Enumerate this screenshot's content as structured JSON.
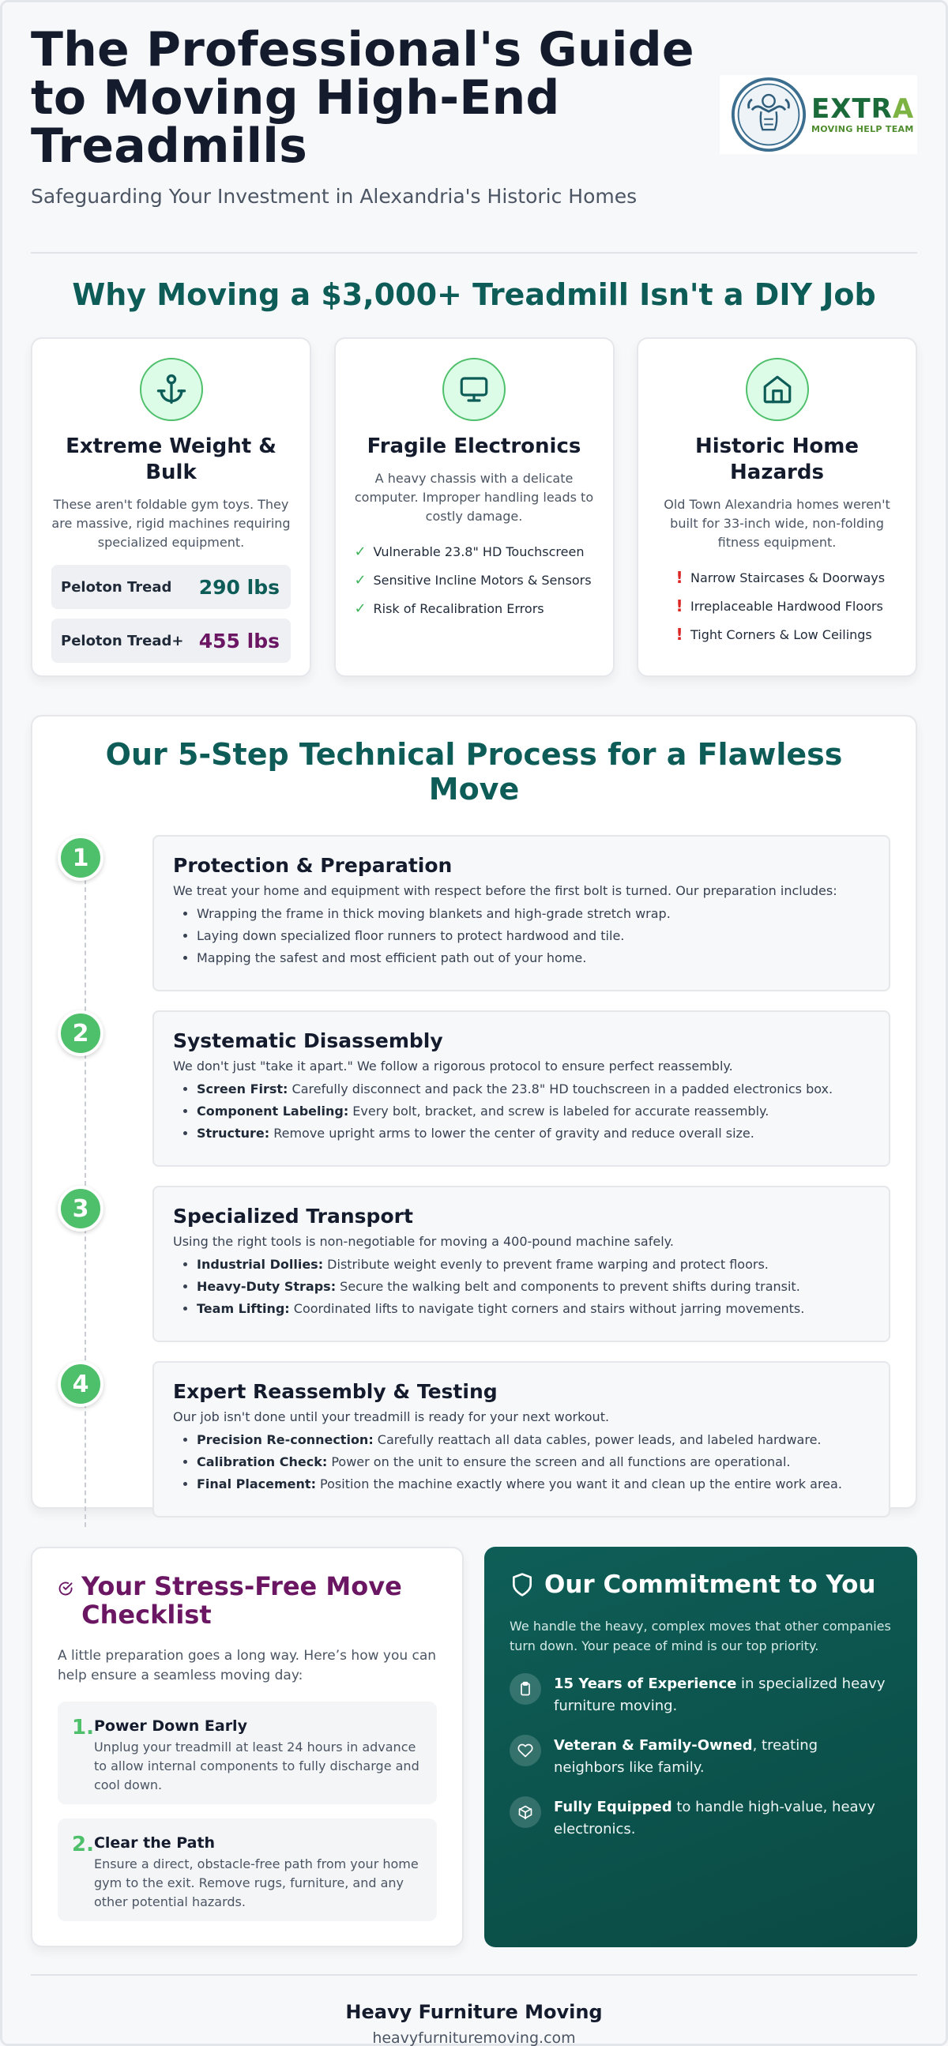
{
  "header": {
    "title": "The Professional's Guide to Moving High-End Treadmills",
    "subtitle": "Safeguarding Your Investment in Alexandria's Historic Homes",
    "logo": {
      "word": "EXTRA",
      "tagline": "MOVING HELP TEAM"
    }
  },
  "why": {
    "title": "Why Moving a $3,000+ Treadmill Isn't a DIY Job",
    "cards": [
      {
        "icon": "anchor-icon",
        "title": "Extreme Weight & Bulk",
        "desc": "These aren't foldable gym toys. They are massive, rigid machines requiring specialized equipment.",
        "weights": [
          {
            "label": "Peloton Tread",
            "value": "290 lbs",
            "color": "#0d5c57"
          },
          {
            "label": "Peloton Tread+",
            "value": "455 lbs",
            "color": "#6b1663"
          }
        ]
      },
      {
        "icon": "monitor-icon",
        "title": "Fragile Electronics",
        "desc": "A heavy chassis with a delicate computer. Improper handling leads to costly damage.",
        "items": [
          "Vulnerable 23.8\" HD Touchscreen",
          "Sensitive Incline Motors & Sensors",
          "Risk of Recalibration Errors"
        ]
      },
      {
        "icon": "home-icon",
        "title": "Historic Home Hazards",
        "desc": "Old Town Alexandria homes weren't built for 33-inch wide, non-folding fitness equipment.",
        "items": [
          "Narrow Staircases & Doorways",
          "Irreplaceable Hardwood Floors",
          "Tight Corners & Low Ceilings"
        ]
      }
    ]
  },
  "process": {
    "title": "Our 5-Step Technical Process for a Flawless Move",
    "steps": [
      {
        "num": "1",
        "title": "Protection & Preparation",
        "intro": "We treat your home and equipment with respect before the first bolt is turned. Our preparation includes:",
        "bullets": [
          {
            "b": "",
            "t": "Wrapping the frame in thick moving blankets and high-grade stretch wrap."
          },
          {
            "b": "",
            "t": "Laying down specialized floor runners to protect hardwood and tile."
          },
          {
            "b": "",
            "t": "Mapping the safest and most efficient path out of your home."
          }
        ]
      },
      {
        "num": "2",
        "title": "Systematic Disassembly",
        "intro": "We don't just \"take it apart.\" We follow a rigorous protocol to ensure perfect reassembly.",
        "bullets": [
          {
            "b": "Screen First:",
            "t": " Carefully disconnect and pack the 23.8\" HD touchscreen in a padded electronics box."
          },
          {
            "b": "Component Labeling:",
            "t": " Every bolt, bracket, and screw is labeled for accurate reassembly."
          },
          {
            "b": "Structure:",
            "t": " Remove upright arms to lower the center of gravity and reduce overall size."
          }
        ]
      },
      {
        "num": "3",
        "title": "Specialized Transport",
        "intro": "Using the right tools is non-negotiable for moving a 400-pound machine safely.",
        "bullets": [
          {
            "b": "Industrial Dollies:",
            "t": " Distribute weight evenly to prevent frame warping and protect floors."
          },
          {
            "b": "Heavy-Duty Straps:",
            "t": " Secure the walking belt and components to prevent shifts during transit."
          },
          {
            "b": "Team Lifting:",
            "t": " Coordinated lifts to navigate tight corners and stairs without jarring movements."
          }
        ]
      },
      {
        "num": "4",
        "title": "Expert Reassembly & Testing",
        "intro": "Our job isn't done until your treadmill is ready for your next workout.",
        "bullets": [
          {
            "b": "Precision Re-connection:",
            "t": " Carefully reattach all data cables, power leads, and labeled hardware."
          },
          {
            "b": "Calibration Check:",
            "t": " Power on the unit to ensure the screen and all functions are operational."
          },
          {
            "b": "Final Placement:",
            "t": " Position the machine exactly where you want it and clean up the entire work area."
          }
        ]
      }
    ]
  },
  "checklist": {
    "title": "Your Stress-Free Move Checklist",
    "desc": "A little preparation goes a long way. Here’s how you can help ensure a seamless moving day:",
    "items": [
      {
        "num": "1.",
        "title": "Power Down Early",
        "desc": "Unplug your treadmill at least 24 hours in advance to allow internal components to fully discharge and cool down."
      },
      {
        "num": "2.",
        "title": "Clear the Path",
        "desc": "Ensure a direct, obstacle-free path from your home gym to the exit. Remove rugs, furniture, and any other potential hazards."
      }
    ]
  },
  "commitment": {
    "title": "Our Commitment to You",
    "desc": "We handle the heavy, complex moves that other companies turn down. Your peace of mind is our top priority.",
    "items": [
      {
        "icon": "clipboard-icon",
        "b": "15 Years of Experience",
        "t": " in specialized heavy furniture moving."
      },
      {
        "icon": "heart-icon",
        "b": "Veteran & Family-Owned",
        "t": ", treating neighbors like family."
      },
      {
        "icon": "box-icon",
        "b": "Fully Equipped",
        "t": " to handle high-value, heavy electronics."
      }
    ]
  },
  "footer": {
    "name": "Heavy Furniture Moving",
    "site": "heavyfurnituremoving.com"
  }
}
